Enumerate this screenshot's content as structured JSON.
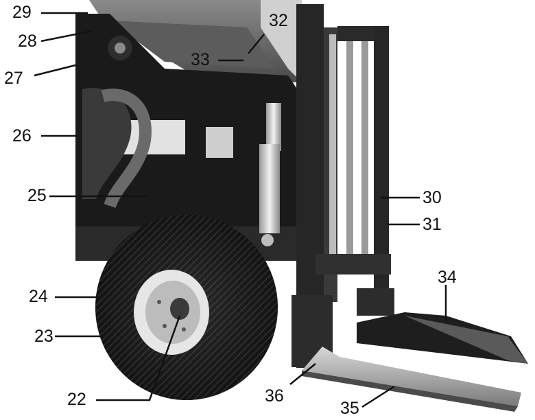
{
  "figure": {
    "description_colors": {
      "ink": "#111111",
      "dark_body": "#1a1a1a",
      "mid_gray": "#6e6e6e",
      "light_gray": "#d4d4d4",
      "background": "#ffffff"
    },
    "callouts": [
      "22",
      "23",
      "24",
      "25",
      "26",
      "27",
      "28",
      "29",
      "30",
      "31",
      "32",
      "33",
      "34",
      "35",
      "36"
    ]
  }
}
